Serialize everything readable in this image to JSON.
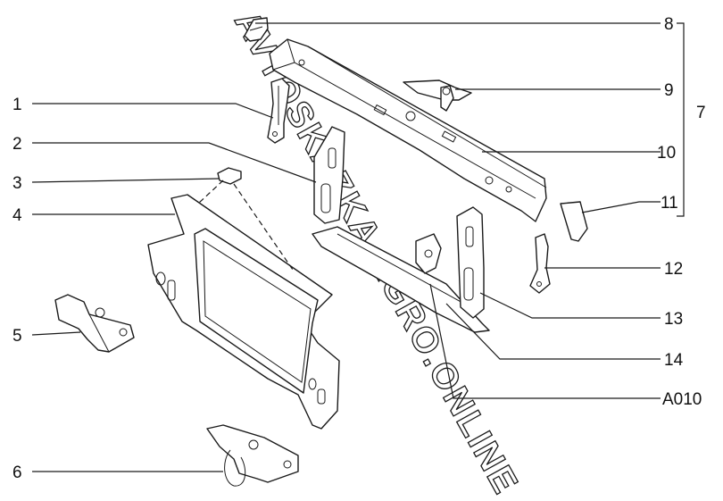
{
  "callouts": [
    {
      "id": "c1",
      "label": "1"
    },
    {
      "id": "c2",
      "label": "2"
    },
    {
      "id": "c3",
      "label": "3"
    },
    {
      "id": "c4",
      "label": "4"
    },
    {
      "id": "c5",
      "label": "5"
    },
    {
      "id": "c6",
      "label": "6"
    },
    {
      "id": "c7",
      "label": "7"
    },
    {
      "id": "c8",
      "label": "8"
    },
    {
      "id": "c9",
      "label": "9"
    },
    {
      "id": "c10",
      "label": "10"
    },
    {
      "id": "c11",
      "label": "11"
    },
    {
      "id": "c12",
      "label": "12"
    },
    {
      "id": "c13",
      "label": "13"
    },
    {
      "id": "c14",
      "label": "14"
    },
    {
      "id": "c15",
      "label": "A010"
    }
  ],
  "watermark": "AVTOSKAZKA.AGRO.ONLINE"
}
